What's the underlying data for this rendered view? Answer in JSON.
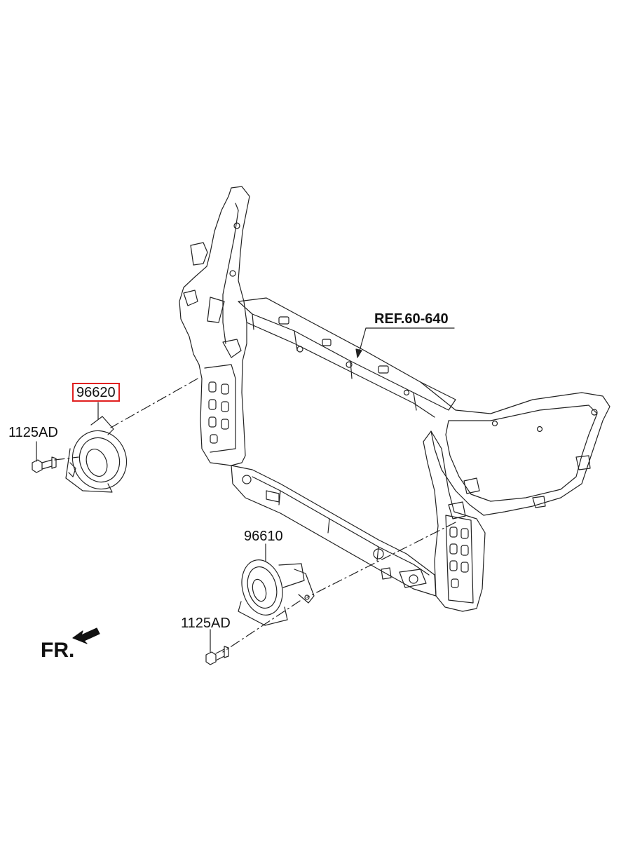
{
  "labels": {
    "ref": "REF.60-640",
    "part_96620": "96620",
    "part_96610": "96610",
    "bolt_upper": "1125AD",
    "bolt_lower": "1125AD",
    "front_indicator": "FR."
  },
  "colors": {
    "line": "#222222",
    "highlight": "#e02020",
    "background": "#ffffff"
  }
}
